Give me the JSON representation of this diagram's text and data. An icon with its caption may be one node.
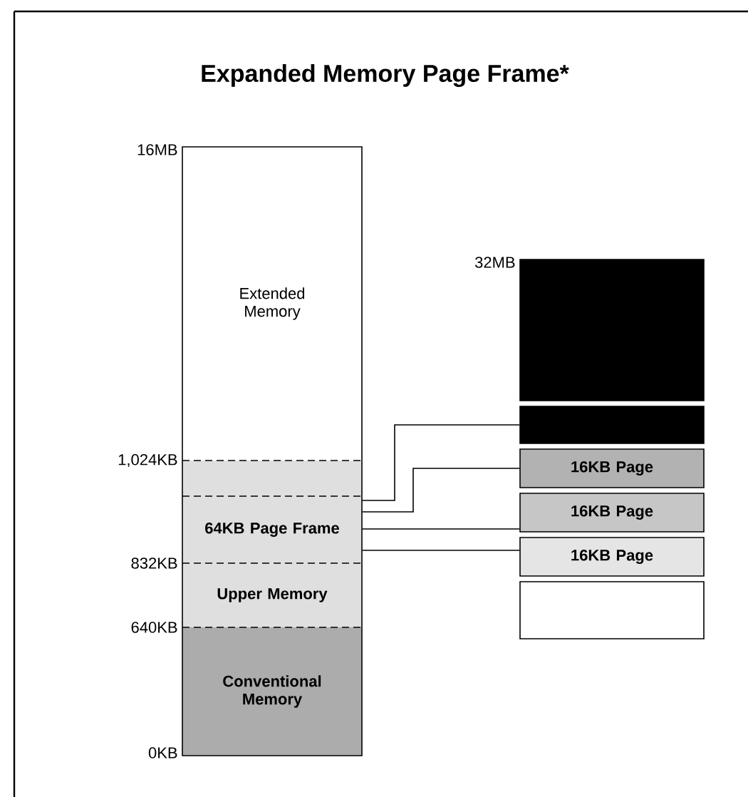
{
  "diagram": {
    "title": "Expanded Memory Page Frame*",
    "nodes": [
      {
        "text": [
          "Extended Memory"
        ]
      },
      {
        "text": [],
        "shape": "box"
      },
      {
        "text": [
          "64KB Page Frame"
        ]
      },
      {
        "text": [
          "Upper Memory"
        ]
      },
      {
        "text": [
          "Conventional Memory"
        ]
      },
      {
        "text": [],
        "shape": "box"
      },
      {
        "text": [],
        "shape": "box"
      },
      {
        "text": [
          "16KB Page"
        ]
      },
      {
        "text": [
          "16KB Page"
        ]
      },
      {
        "text": [
          "16KB Page"
        ]
      },
      {
        "text": [],
        "shape": "box"
      }
    ],
    "edges": [
      {
        "from": 2,
        "to": 6,
        "arrow": "none"
      },
      {
        "from": 2,
        "to": 7,
        "arrow": "none"
      },
      {
        "from": 2,
        "to": 8,
        "arrow": "none"
      },
      {
        "from": 2,
        "to": 9,
        "arrow": "none"
      }
    ],
    "labels": [
      "16MB",
      "32MB",
      "1,024KB",
      "832KB",
      "640KB",
      "0KB"
    ]
  }
}
